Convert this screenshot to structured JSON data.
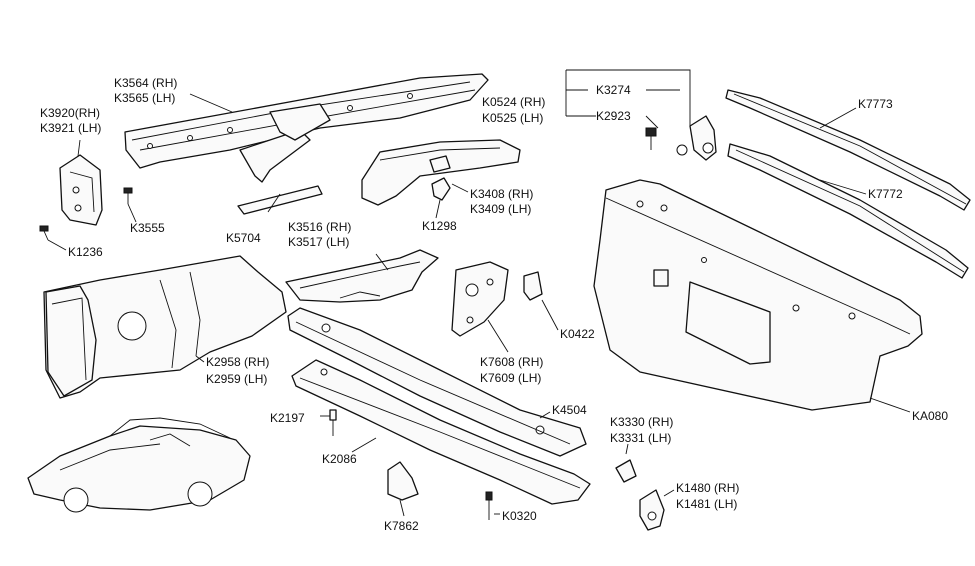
{
  "parts": {
    "k3564": "K3564 (RH)",
    "k3565": "K3565 (LH)",
    "k3920": "K3920(RH)",
    "k3921": "K3921 (LH)",
    "k3555": "K3555",
    "k1236": "K1236",
    "k5704": "K5704",
    "k3516": "K3516 (RH)",
    "k3517": "K3517 (LH)",
    "k3408": "K3408 (RH)",
    "k3409": "K3409 (LH)",
    "k1298": "K1298",
    "k3274": "K3274",
    "k0524": "K0524 (RH)",
    "k0525": "K0525 (LH)",
    "k2923": "K2923",
    "k7773": "K7773",
    "k7772": "K7772",
    "k0422": "K0422",
    "k7608": "K7608 (RH)",
    "k7609": "K7609 (LH)",
    "k2958": "K2958 (RH)",
    "k2959": "K2959 (LH)",
    "k2197": "K2197",
    "k4504": "K4504",
    "k2086": "K2086",
    "k3330": "K3330 (RH)",
    "k3331": "K3331 (LH)",
    "ka080": "KA080",
    "k1480": "K1480 (RH)",
    "k1481": "K1481 (LH)",
    "k7862": "K7862",
    "k0320": "K0320"
  }
}
